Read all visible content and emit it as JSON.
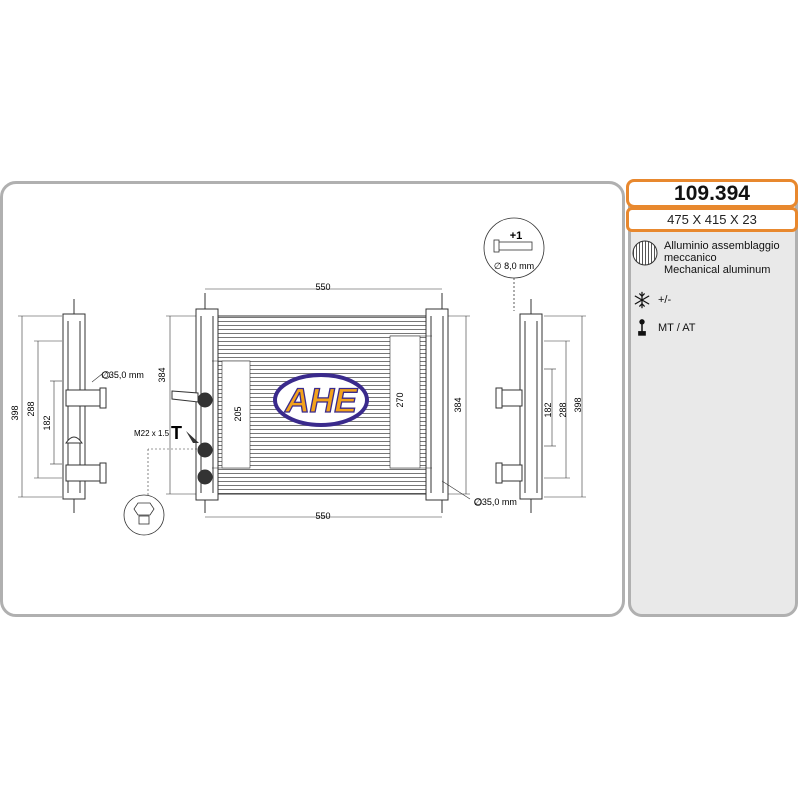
{
  "product": {
    "code": "109.394",
    "dimensions": "475 X 415 X 23"
  },
  "specs": [
    {
      "icon": "aluminum-core-icon",
      "lines": [
        "Alluminio assemblaggio",
        "meccanico",
        "Mechanical aluminum"
      ]
    },
    {
      "icon": "snowflake-icon",
      "lines": [
        "+/-"
      ]
    },
    {
      "icon": "gearstick-icon",
      "lines": [
        "MT / AT"
      ]
    }
  ],
  "drawing": {
    "logo_text": "AHE",
    "width_top": "550",
    "width_bottom": "550",
    "height_left": "384",
    "height_right": "384",
    "inner_left": "205",
    "inner_right": "270",
    "thread": "M22 x 1.5",
    "plug_mark": "T",
    "pipe_left": "∅35,0 mm",
    "pipe_right": "∅35,0 mm",
    "sensor_count": "+1",
    "sensor_dia": "∅ 8,0 mm",
    "left_view": {
      "d398": "398",
      "d288": "288",
      "d182": "182"
    },
    "right_view": {
      "d182": "182",
      "d288": "288",
      "d398": "398"
    }
  },
  "colors": {
    "panel_border": "#b0b0b0",
    "accent": "#e8882e",
    "logo_fill": "#f3a21b",
    "logo_ring": "#3a2a8c"
  }
}
